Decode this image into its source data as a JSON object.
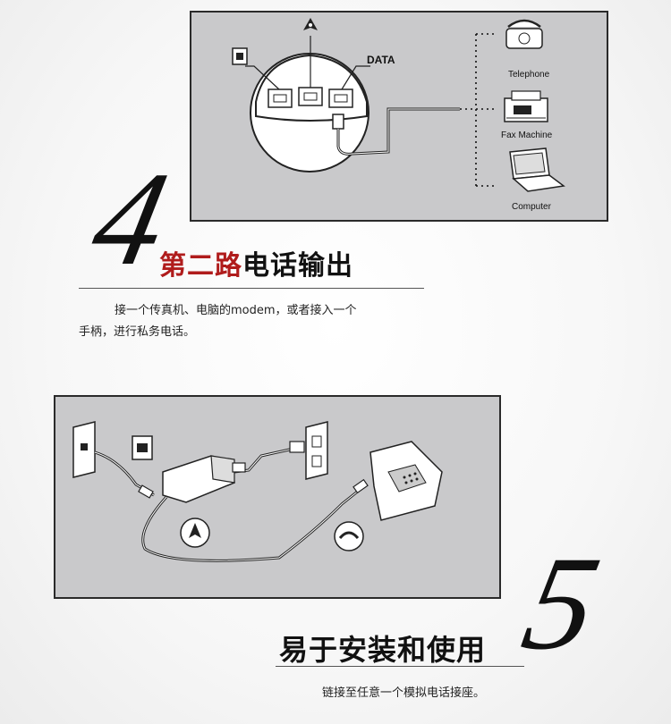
{
  "step4": {
    "number": "4",
    "title_red": "第二路",
    "title_black": "电话输出",
    "desc_line1": "接一个传真机、电脑的modem，或者接入一个",
    "desc_line2": "手柄，进行私务电话。",
    "diagram": {
      "data_label": "DATA",
      "devices": [
        "Telephone",
        "Fax Machine",
        "Computer"
      ]
    }
  },
  "step5": {
    "number": "5",
    "title": "易于安装和使用",
    "desc": "链接至任意一个模拟电话接座。"
  },
  "colors": {
    "panel_bg": "#c9c9cb",
    "accent_red": "#b01c1c",
    "text_dark": "#111111"
  }
}
